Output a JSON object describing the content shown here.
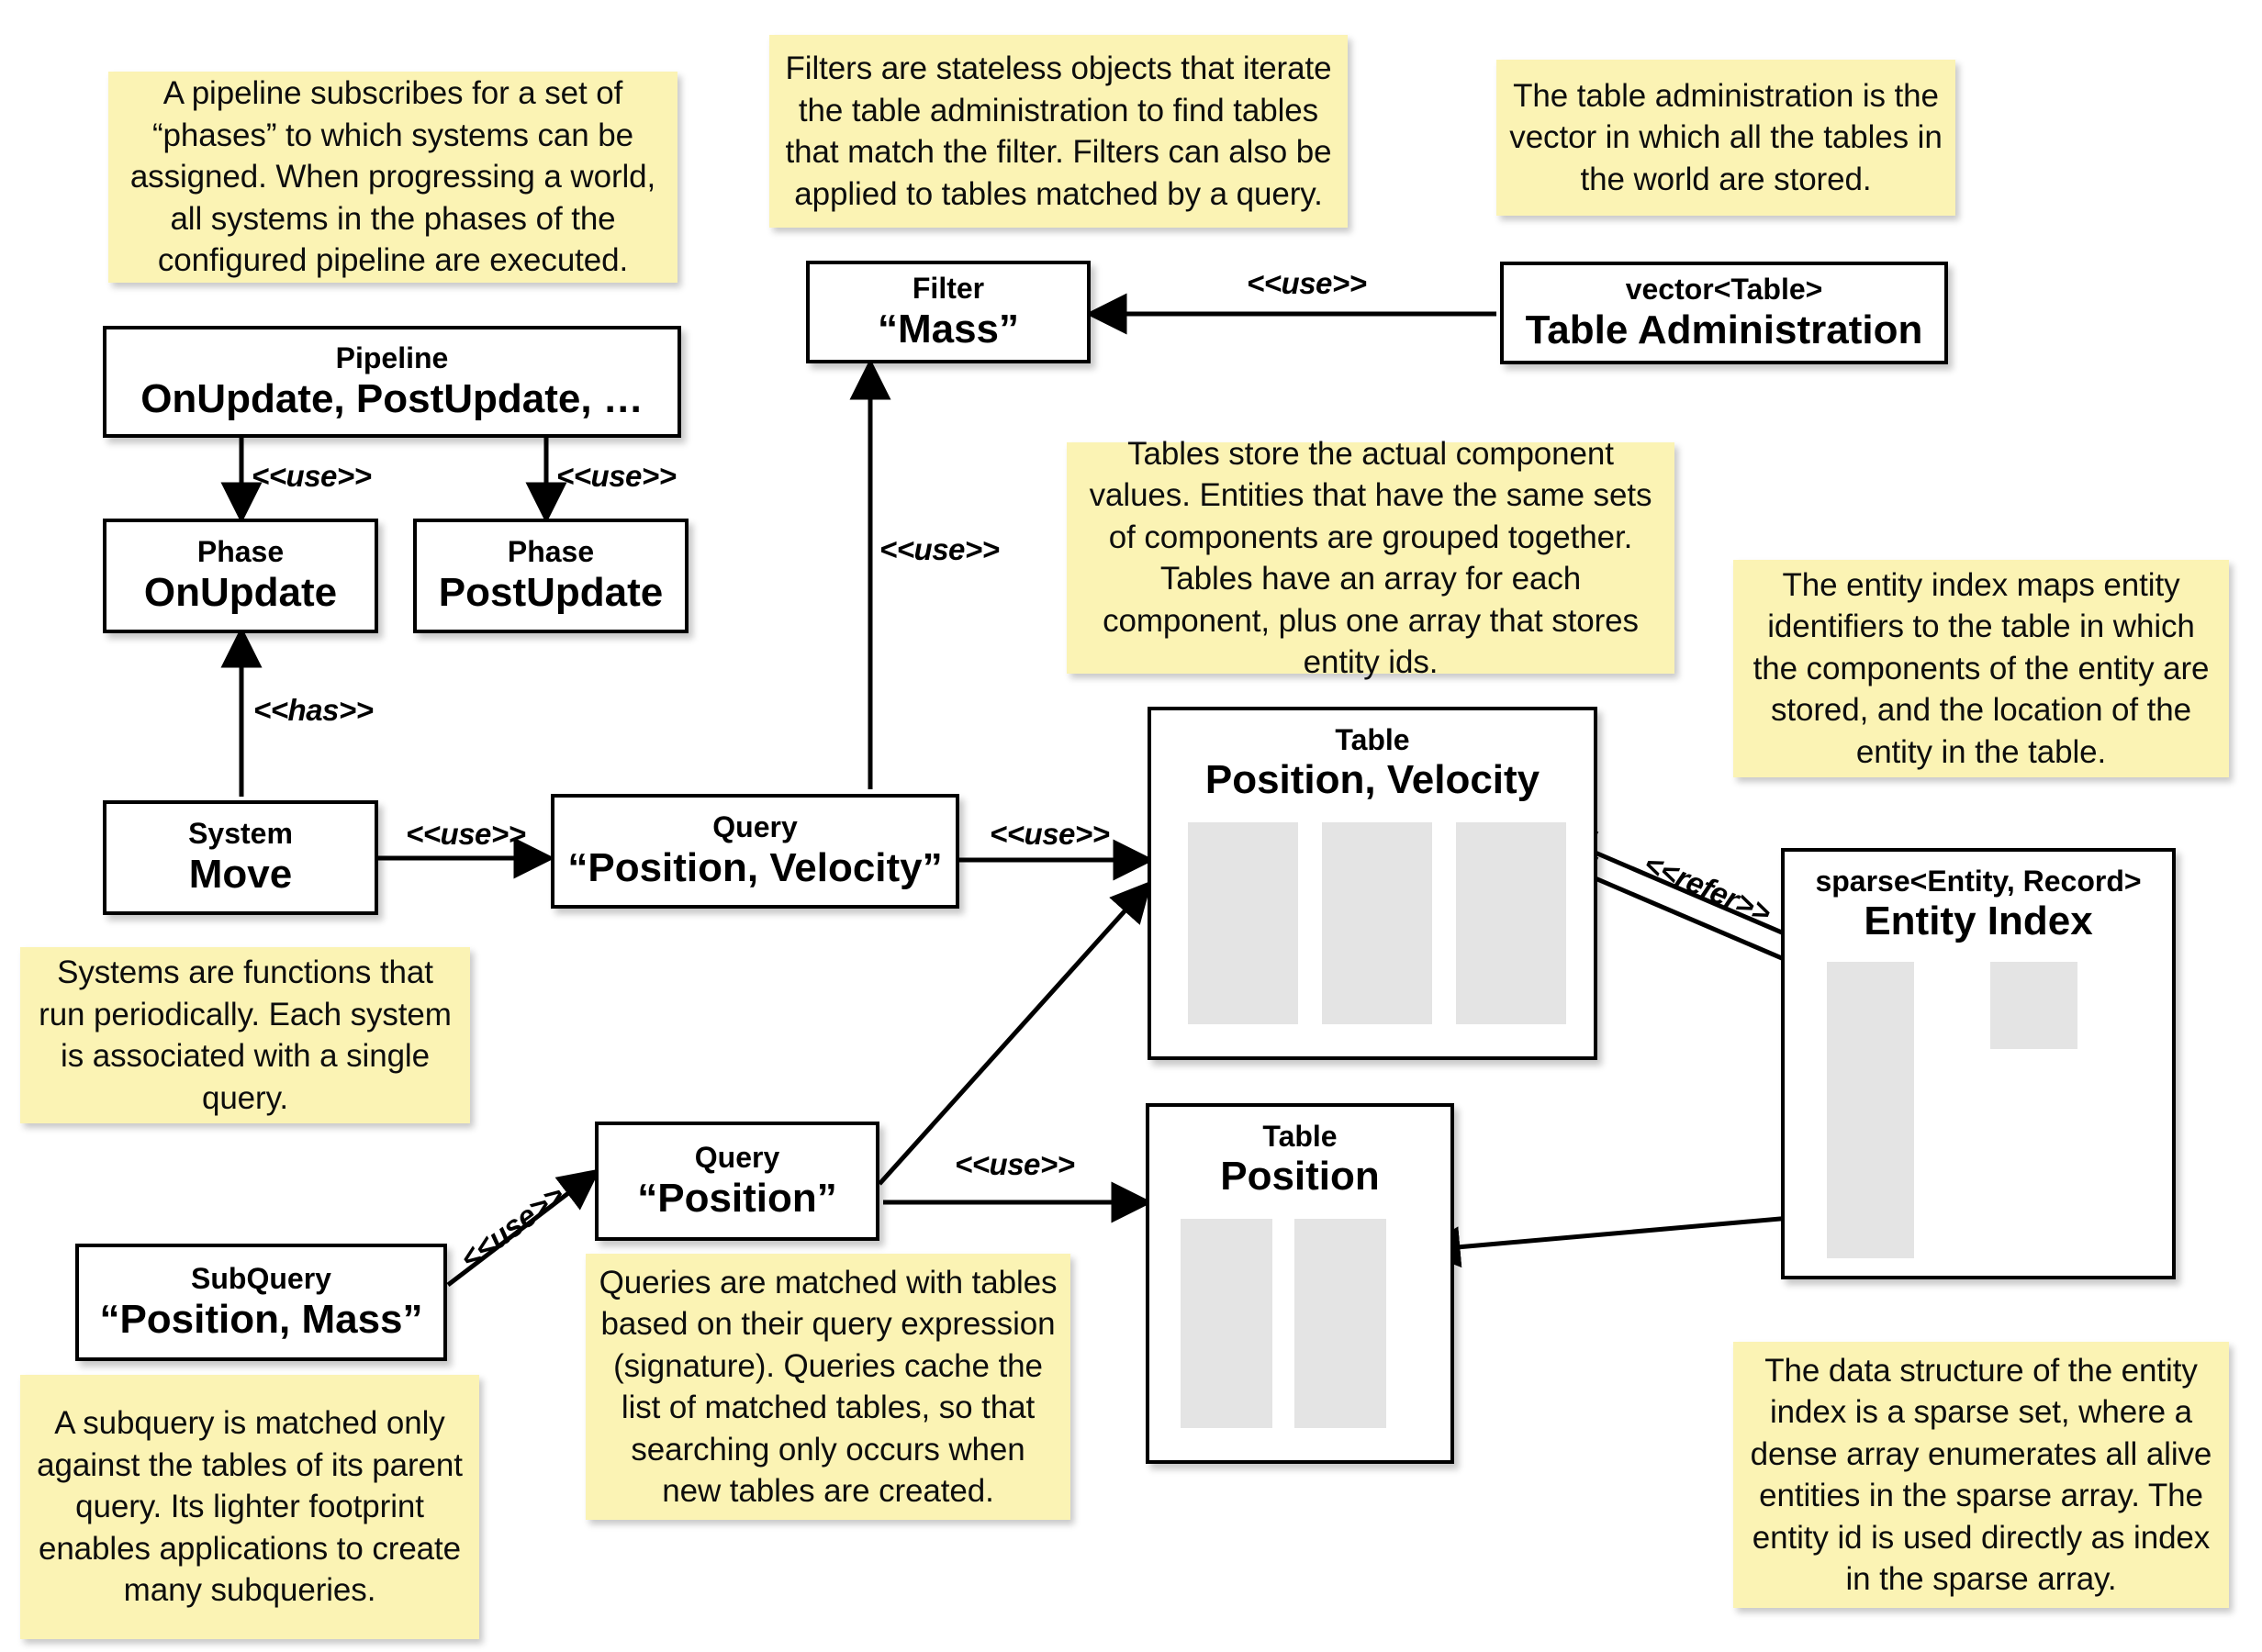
{
  "diagram": {
    "title": "ECS architecture diagram",
    "colors": {
      "note_background": "#fbf3b4",
      "box_background": "#ffffff",
      "box_border": "#000000",
      "column_fill": "#e4e4e4",
      "page_background": "#ffffff"
    }
  },
  "notes": [
    {
      "id": "note-pipeline",
      "text": "A pipeline subscribes for a set of “phases” to which systems can be assigned. When progressing a world, all systems in the phases of the configured pipeline are executed."
    },
    {
      "id": "note-filter",
      "text": "Filters are stateless objects that iterate the table administration to find tables that match the filter. Filters can also be applied to tables matched by a query."
    },
    {
      "id": "note-table-admin",
      "text": "The table administration is the vector in which all the tables in the world are stored."
    },
    {
      "id": "note-tables",
      "text": "Tables store the actual component values. Entities that have the same sets of components are grouped together. Tables have an array for each component, plus one array that stores entity ids."
    },
    {
      "id": "note-entity-index",
      "text": "The entity index maps entity identifiers to the table in which the components of the entity are stored, and the location of the entity in the table."
    },
    {
      "id": "note-systems",
      "text": "Systems are functions that run periodically. Each system is associated with a single query."
    },
    {
      "id": "note-queries",
      "text": "Queries are matched with tables based on their query expression (signature). Queries cache the list of matched tables, so that searching only occurs when new tables are created."
    },
    {
      "id": "note-subquery",
      "text": "A subquery is matched only against the tables of its parent query. Its lighter footprint enables applications to create many subqueries."
    },
    {
      "id": "note-sparse-set",
      "text": "The data structure of the entity index is a sparse set, where a dense array enumerates all alive entities in the sparse array. The entity id is used directly as index in the sparse array."
    }
  ],
  "nodes": {
    "pipeline": {
      "stereotype": "Pipeline",
      "name": "OnUpdate, PostUpdate, …"
    },
    "phase_onupdate": {
      "stereotype": "Phase",
      "name": "OnUpdate"
    },
    "phase_postupdate": {
      "stereotype": "Phase",
      "name": "PostUpdate"
    },
    "system_move": {
      "stereotype": "System",
      "name": "Move"
    },
    "query_pos_vel": {
      "stereotype": "Query",
      "name": "“Position, Velocity”"
    },
    "query_pos": {
      "stereotype": "Query",
      "name": "“Position”"
    },
    "subquery": {
      "stereotype": "SubQuery",
      "name": "“Position, Mass”"
    },
    "filter_mass": {
      "stereotype": "Filter",
      "name": "“Mass”"
    },
    "table_admin": {
      "stereotype": "vector<Table>",
      "name": "Table Administration"
    },
    "table_pos_vel": {
      "stereotype": "Table",
      "name": "Position, Velocity",
      "columns": 3
    },
    "table_pos": {
      "stereotype": "Table",
      "name": "Position",
      "columns": 2
    },
    "entity_index": {
      "stereotype": "sparse<Entity, Record>",
      "name": "Entity Index"
    }
  },
  "edge_labels": {
    "pipeline_to_onupdate": "<<use>>",
    "pipeline_to_postupdate": "<<use>>",
    "system_has_phase": "<<has>>",
    "system_uses_query": "<<use>>",
    "query_uses_table": "<<use>>",
    "query_uses_filter": "<<use>>",
    "tableadmin_uses_filter": "<<use>>",
    "subquery_uses_query": "<<use>>",
    "querypos_uses_table": "<<use>>",
    "entityindex_refer": "<<refer>>"
  }
}
